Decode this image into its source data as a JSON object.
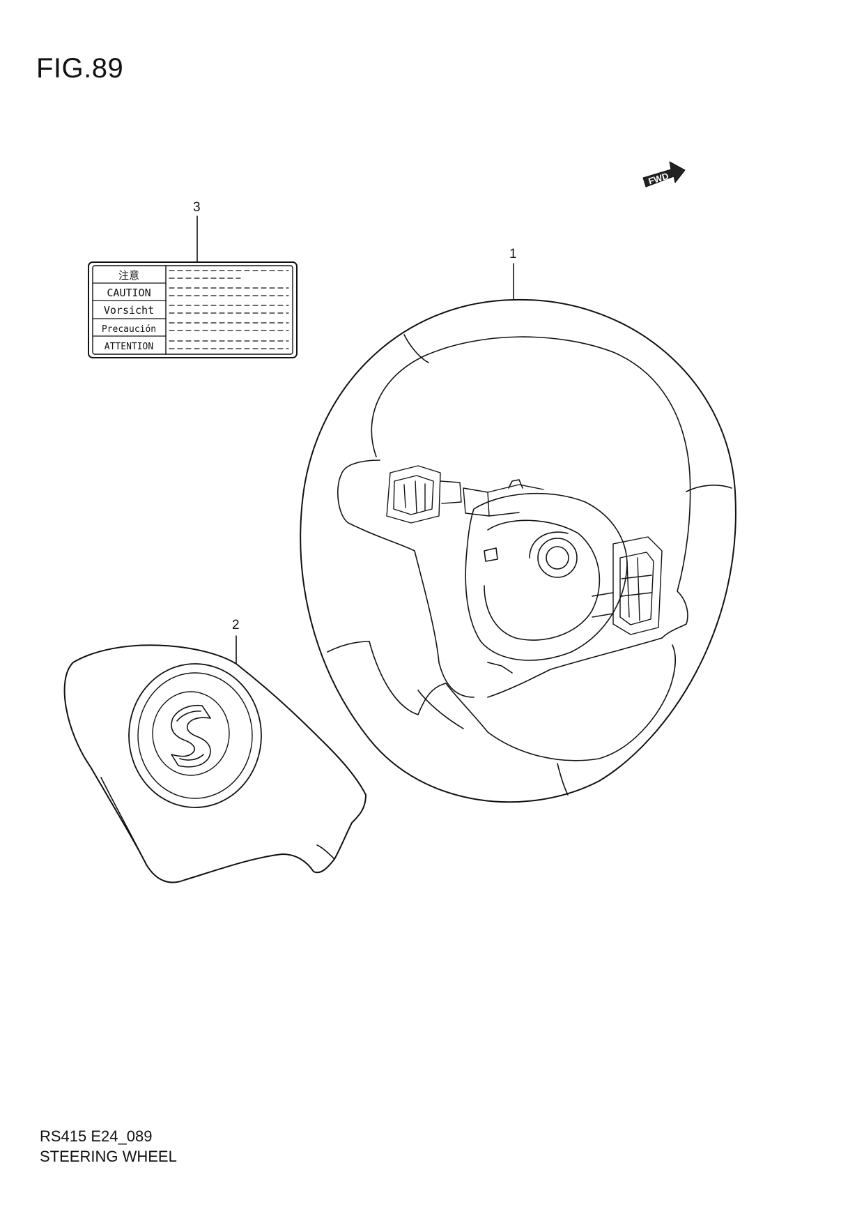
{
  "figure": {
    "title": "FIG.89"
  },
  "footer": {
    "code": "RS415 E24_089",
    "name": "STEERING WHEEL"
  },
  "direction_marker": {
    "text": "FWD",
    "icon": "forward-arrow-icon"
  },
  "callouts": [
    {
      "number": "1",
      "part": "steering-wheel"
    },
    {
      "number": "2",
      "part": "airbag-cover"
    },
    {
      "number": "3",
      "part": "caution-label"
    }
  ],
  "caution_label": {
    "rows": [
      "注意",
      "CAUTION",
      "Vorsicht",
      "Precaución",
      "ATTENTION"
    ]
  },
  "colors": {
    "line": "#111111",
    "background": "#ffffff"
  }
}
